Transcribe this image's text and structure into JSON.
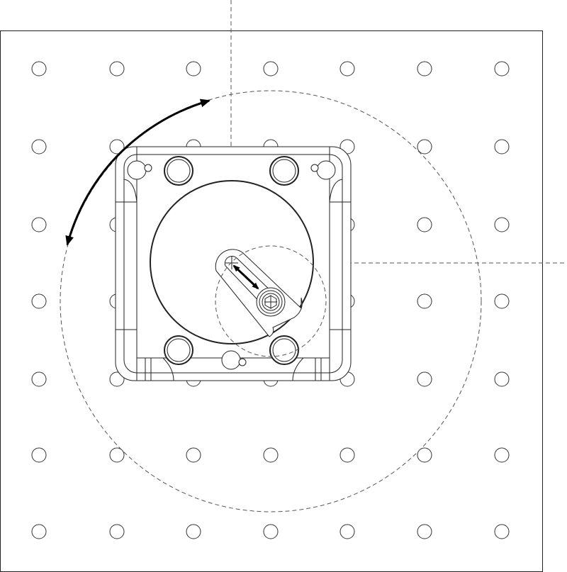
{
  "diagram": {
    "type": "mechanical-drawing",
    "colors": {
      "line": "#1a1a1a",
      "dashed": "#555555",
      "background": "#ffffff"
    },
    "grid_holes": {
      "columns": 7,
      "rows": 7
    },
    "plate_bolt_holes": 4,
    "annotations": [
      "rotation-arrow",
      "slot-adjustment-arrow",
      "center-lines",
      "rotation-radius-circle",
      "offset-circle"
    ]
  }
}
